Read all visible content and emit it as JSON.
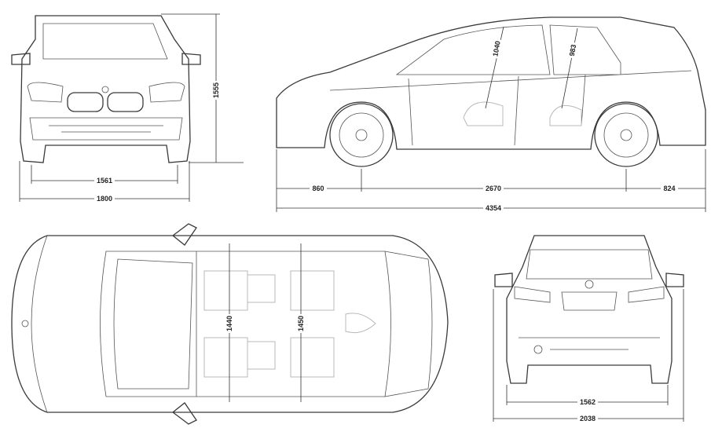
{
  "title": "Vehicle dimension drawing",
  "views": {
    "front": {
      "height": "1555",
      "track": "1561",
      "width": "1800"
    },
    "side": {
      "front_overhang": "860",
      "wheelbase": "2670",
      "rear_overhang": "824",
      "length": "4354",
      "front_headroom": "1040",
      "rear_headroom": "983"
    },
    "top": {
      "front_shoulder": "1440",
      "rear_shoulder": "1450"
    },
    "rear": {
      "track": "1562",
      "width_mirrors": "2038"
    }
  }
}
